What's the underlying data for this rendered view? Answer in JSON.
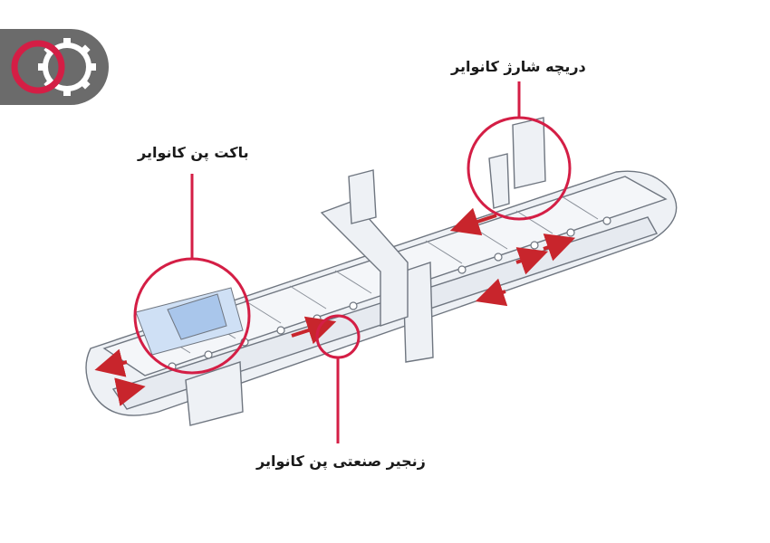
{
  "brand": {
    "logo_icon": "gear-rings-logo-icon",
    "accent": "#d41e45",
    "tab_color": "#6b6b6b"
  },
  "labels": {
    "discharge_chute": "دریچه شارژ کانوایر",
    "bucket": "باکت پن کانوایر",
    "chain": "زنجیر صنعتی پن کانوایر"
  },
  "colors": {
    "callout": "#d41e45",
    "flow_arrow": "#c8252c",
    "line": "#6f7680",
    "fill": "#eef1f5",
    "highlight": "#cfe0f5"
  }
}
